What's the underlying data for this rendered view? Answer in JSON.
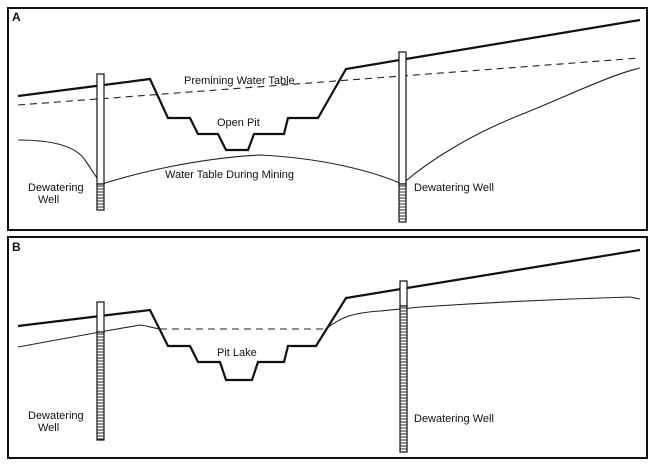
{
  "panels": [
    {
      "letter": "A",
      "labels": {
        "premining_water_table": "Premining Water Table",
        "open_pit": "Open Pit",
        "water_table_during_mining": "Water Table During Mining",
        "left_well_line1": "Dewatering",
        "left_well_line2": "Well",
        "right_well": "Dewatering Well"
      }
    },
    {
      "letter": "B",
      "labels": {
        "pit_lake": "Pit Lake",
        "left_well_line1": "Dewatering",
        "left_well_line2": "Well",
        "right_well": "Dewatering Well"
      }
    }
  ],
  "colors": {
    "ink": "#111111",
    "background": "#ffffff"
  }
}
